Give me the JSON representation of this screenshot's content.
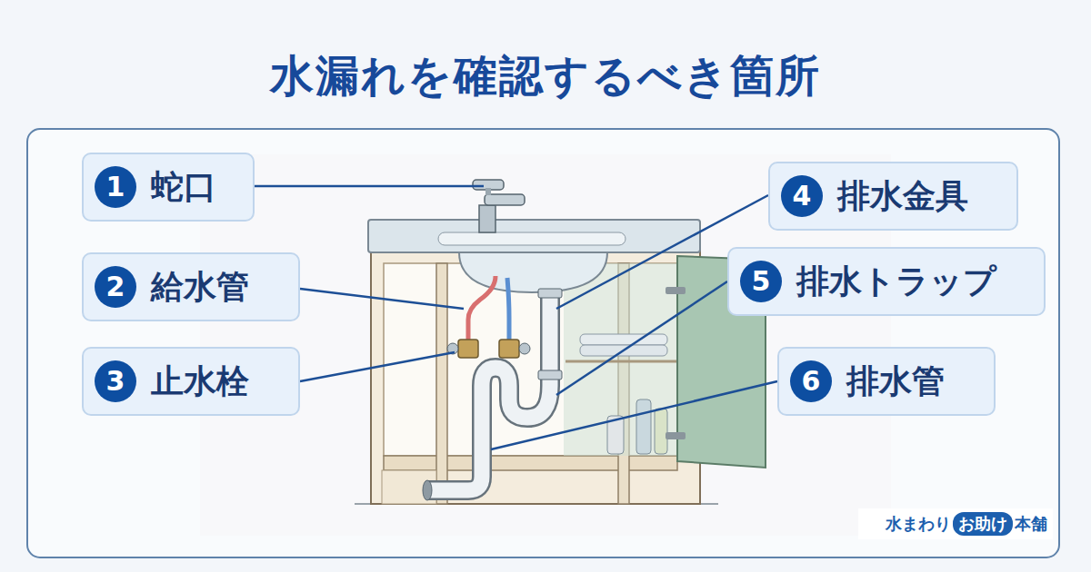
{
  "diagram": {
    "title": "水漏れを確認するべき箇所",
    "nodes": [
      {
        "text": [
          "蛇口"
        ]
      },
      {
        "text": [
          "1"
        ],
        "in": 0
      },
      {
        "text": [
          "給水管"
        ]
      },
      {
        "text": [
          "2"
        ],
        "in": 2
      },
      {
        "text": [
          "止水栓"
        ]
      },
      {
        "text": [
          "3"
        ],
        "in": 4
      },
      {
        "text": [
          "排水金具"
        ]
      },
      {
        "text": [
          "4"
        ],
        "in": 6
      },
      {
        "text": [
          "排水トラップ"
        ]
      },
      {
        "text": [
          "5"
        ],
        "in": 8
      },
      {
        "text": [
          "排水管"
        ]
      },
      {
        "text": [
          "6"
        ],
        "in": 10
      }
    ],
    "labels": [
      "水まわり",
      "お助け",
      "本舗"
    ]
  }
}
